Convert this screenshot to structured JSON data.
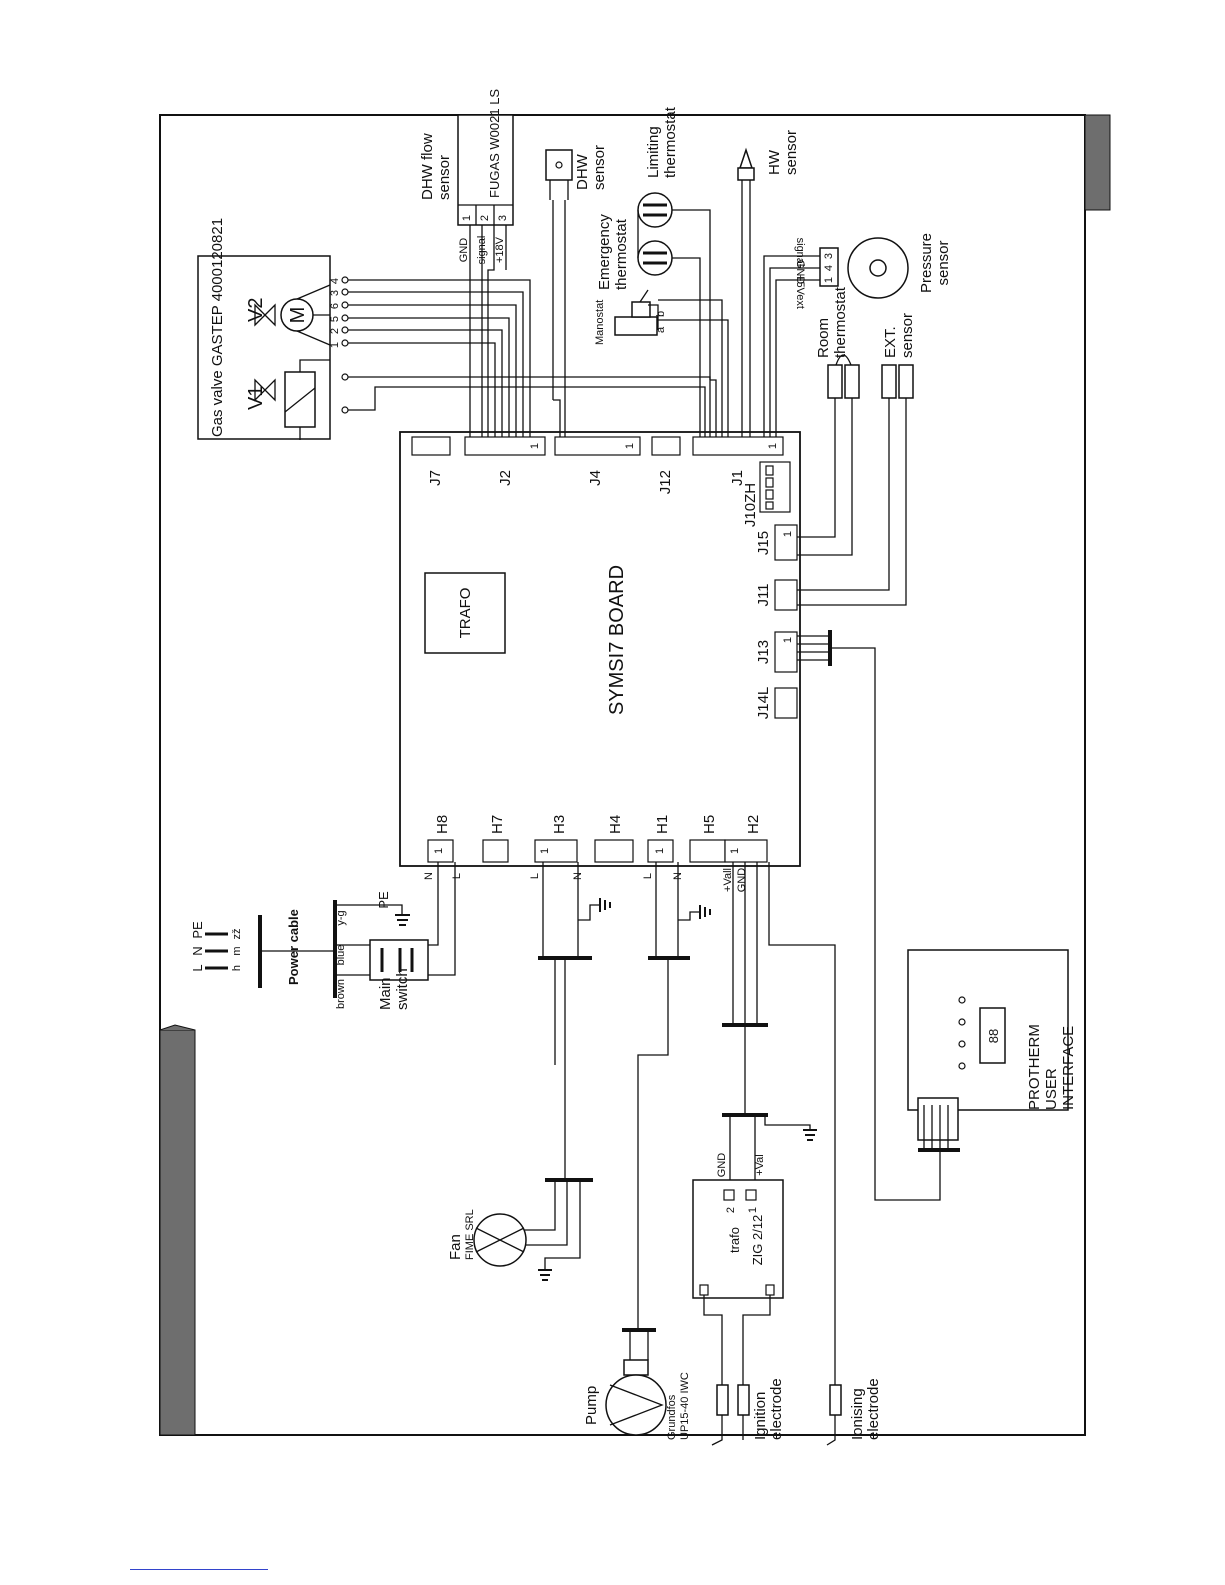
{
  "board": {
    "name": "SYMSI7 BOARD",
    "trafo": "TRAFO"
  },
  "connectors_top": [
    "J7",
    "J2",
    "J4",
    "J12",
    "J1"
  ],
  "connectors_right": [
    "J10ZH",
    "J15",
    "J11",
    "J13",
    "J14L"
  ],
  "connectors_bottom": [
    "H8",
    "H7",
    "H3",
    "H4",
    "H1",
    "H5",
    "H2"
  ],
  "pin_one": "1",
  "gas_valve": {
    "label": "Gas valve GASTEP 4000120821",
    "v1": "V1",
    "v2": "V2",
    "motor": "M",
    "pins": [
      "1",
      "2",
      "5",
      "6",
      "3",
      "4"
    ]
  },
  "dhw_flow": {
    "label_line1": "DHW flow",
    "label_line2": "sensor",
    "model": "FUGAS W0021 LS",
    "wires": [
      "GND",
      "signal",
      "+18V"
    ],
    "pins": [
      "1",
      "2",
      "3"
    ]
  },
  "dhw_sensor": {
    "line1": "DHW",
    "line2": "sensor"
  },
  "emergency": {
    "line1": "Emergency",
    "line2": "thermostat"
  },
  "limiting": {
    "line1": "Limiting",
    "line2": "thermostat"
  },
  "hw_sensor": {
    "line1": "HW",
    "line2": "sensor"
  },
  "manostat": {
    "label": "Manostat",
    "pin_a": "a",
    "pin_b": "b"
  },
  "pressure": {
    "line1": "Pressure",
    "line2": "sensor",
    "wires": [
      "signal",
      "GND",
      "+5Vext"
    ],
    "pins": [
      "3",
      "4",
      "1"
    ]
  },
  "room_thermostat": {
    "line1": "Room",
    "line2": "thermostat"
  },
  "ext_sensor": {
    "line1": "EXT.",
    "line2": "sensor"
  },
  "power": {
    "cable": "Power cable",
    "phases": [
      "L",
      "N",
      "PE"
    ],
    "colours": [
      "h",
      "m",
      "zž"
    ],
    "brown": "brown",
    "blue": "blue",
    "yg": "y-g",
    "pe": "PE"
  },
  "main_switch": {
    "line1": "Main",
    "line2": "switch"
  },
  "wire_ln": {
    "l": "L",
    "n": "N"
  },
  "h2_wires": {
    "vall": "+Vall",
    "gnd": "GND"
  },
  "fan": {
    "label": "Fan",
    "model": "FIME SRL"
  },
  "pump": {
    "label": "Pump",
    "model1": "Grundfos",
    "model2": "UP15-40 IWC"
  },
  "trafo_zig": {
    "label": "trafo",
    "model": "ZIG 2/12",
    "gnd": "GND",
    "val": "+Val",
    "pin2": "2",
    "pin1": "1"
  },
  "ignition": {
    "line1": "Ignition",
    "line2": "electrode"
  },
  "ionising": {
    "line1": "Ionising",
    "line2": "electrode"
  },
  "user_interface": {
    "line1": "PROTHERM",
    "line2": "USER",
    "line3": "INTERFACE"
  }
}
